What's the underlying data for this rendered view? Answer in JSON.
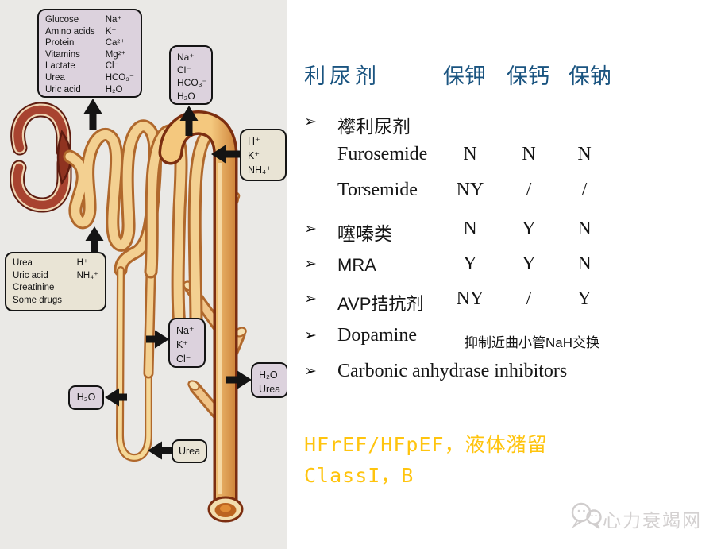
{
  "diagram": {
    "boxes": {
      "filtrate": {
        "solutes": [
          "Glucose",
          "Amino acids",
          "Protein",
          "Vitamins",
          "Lactate",
          "Urea",
          "Uric acid"
        ],
        "ions": [
          "Na⁺",
          "K⁺",
          "Ca²⁺",
          "Mg²⁺",
          "Cl⁻",
          "HCO₃⁻",
          "H₂O"
        ]
      },
      "distal_reabsorption": [
        "Na⁺",
        "Cl⁻",
        "HCO₃⁻",
        "H₂O"
      ],
      "collecting_secretion": [
        "H⁺",
        "K⁺",
        "NH₄⁺"
      ],
      "proximal_secretion": {
        "solutes": [
          "Urea",
          "Uric acid",
          "Creatinine",
          "Some drugs"
        ],
        "ions": [
          "H⁺",
          "NH₄⁺"
        ]
      },
      "thick_ascending": [
        "Na⁺",
        "K⁺",
        "Cl⁻"
      ],
      "medullary_exchange": [
        "H₂O",
        "Urea"
      ],
      "descending_water": "H₂O",
      "loop_urea": "Urea"
    }
  },
  "table": {
    "title": "利尿剂",
    "columns": [
      "保钾",
      "保钙",
      "保钠"
    ],
    "bullet": "➢",
    "rows": [
      {
        "label": "襻利尿剂"
      },
      {
        "label": "Furosemide",
        "values": [
          "N",
          "N",
          "N"
        ]
      },
      {
        "label": "Torsemide",
        "values": [
          "NY",
          "/",
          "/"
        ]
      },
      {
        "label": "噻嗪类",
        "values": [
          "N",
          "Y",
          "N"
        ]
      },
      {
        "label": "MRA",
        "values": [
          "Y",
          "Y",
          "N"
        ]
      },
      {
        "label": "AVP拮抗剂",
        "values": [
          "NY",
          "/",
          "Y"
        ]
      },
      {
        "label": "Dopamine",
        "note": "抑制近曲小管NaH交换"
      },
      {
        "label": "Carbonic anhydrase inhibitors"
      }
    ]
  },
  "footer": {
    "line1": "HFrEF/HFpEF，液体潴留",
    "line2": "ClassI，B"
  },
  "watermark": {
    "site_name": "心力衰竭网"
  },
  "colors": {
    "title_blue": "#1a5480",
    "footer_yellow": "#ffc40e",
    "watermark_gray": "#d3d0d0",
    "box_purple": "#dcd2dd",
    "box_tan": "#e9e4d5"
  }
}
